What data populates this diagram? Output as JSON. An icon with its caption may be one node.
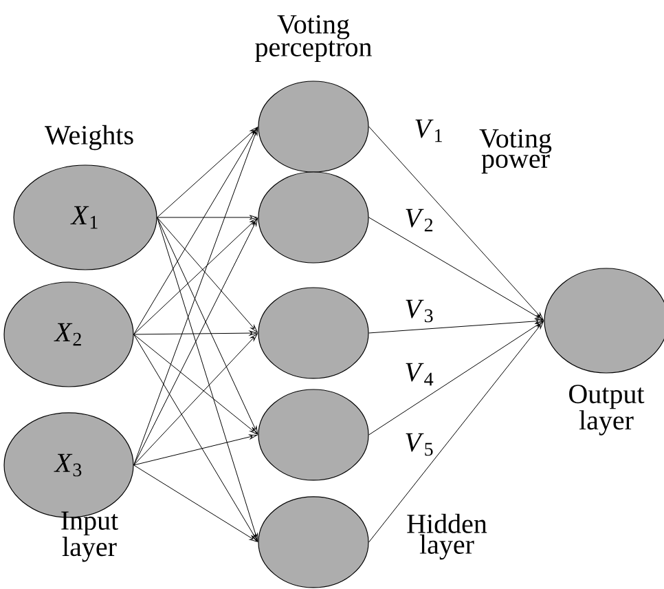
{
  "diagram": {
    "nodes": [
      {
        "text": [
          "*X*$_{1}$"
        ]
      },
      {
        "text": [
          "*X*$_{2}$"
        ]
      },
      {
        "text": [
          "*X*$_{3}$"
        ]
      },
      {
        "text": [],
        "shape": "circle"
      },
      {
        "text": [],
        "shape": "circle"
      },
      {
        "text": [],
        "shape": "circle"
      },
      {
        "text": [],
        "shape": "circle"
      },
      {
        "text": [],
        "shape": "circle"
      },
      {
        "text": [],
        "shape": "circle"
      }
    ],
    "edges": [
      {
        "from": 0,
        "to": 3,
        "arrow": "to"
      },
      {
        "from": 0,
        "to": 4,
        "arrow": "to"
      },
      {
        "from": 0,
        "to": 5,
        "arrow": "to"
      },
      {
        "from": 0,
        "to": 6,
        "arrow": "to"
      },
      {
        "from": 0,
        "to": 7,
        "arrow": "to"
      },
      {
        "from": 1,
        "to": 3,
        "arrow": "to"
      },
      {
        "from": 1,
        "to": 4,
        "arrow": "to"
      },
      {
        "from": 1,
        "to": 5,
        "arrow": "to"
      },
      {
        "from": 1,
        "to": 6,
        "arrow": "to"
      },
      {
        "from": 1,
        "to": 7,
        "arrow": "to"
      },
      {
        "from": 2,
        "to": 3,
        "arrow": "to"
      },
      {
        "from": 2,
        "to": 4,
        "arrow": "to"
      },
      {
        "from": 2,
        "to": 5,
        "arrow": "to"
      },
      {
        "from": 2,
        "to": 6,
        "arrow": "to"
      },
      {
        "from": 2,
        "to": 7,
        "arrow": "to"
      },
      {
        "from": 3,
        "to": 8,
        "arrow": "to",
        "label": "*V*$_{1}$"
      },
      {
        "from": 4,
        "to": 8,
        "arrow": "to",
        "label": "*V*$_{2}$"
      },
      {
        "from": 5,
        "to": 8,
        "arrow": "to",
        "label": "*V*$_{3}$"
      },
      {
        "from": 6,
        "to": 8,
        "arrow": "to",
        "label": "*V*$_{4}$"
      },
      {
        "from": 7,
        "to": 8,
        "arrow": "to",
        "label": "*V*$_{5}$"
      }
    ],
    "labels": [
      "Voting perceptron",
      "Weights",
      "Voting power",
      "Input layer",
      "Hidden layer",
      "Output layer"
    ]
  }
}
